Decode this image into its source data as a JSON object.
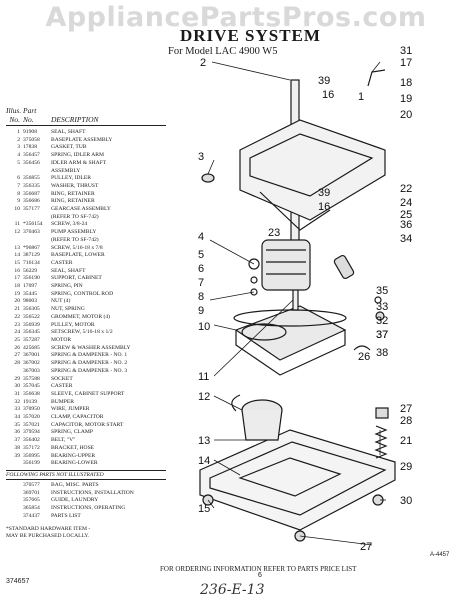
{
  "watermark": "AppliancePartsPros.com",
  "title": "DRIVE SYSTEM",
  "subtitle": "For Model LAC 4900 W5",
  "table": {
    "header_illus": "Illus.",
    "header_part": "Part",
    "header_no1": "No.",
    "header_no2": "No.",
    "header_desc": "DESCRIPTION",
    "rows": [
      [
        "1",
        "91908",
        "SEAL, SHAFT"
      ],
      [
        "2",
        "375058",
        "BASEPLATE ASSEMBLY"
      ],
      [
        "3",
        "17838",
        "GASKET, TUB"
      ],
      [
        "4",
        "356457",
        "SPRING, IDLER ARM"
      ],
      [
        "5",
        "356456",
        "IDLER ARM & SHAFT"
      ],
      [
        "",
        "",
        "ASSEMBLY"
      ],
      [
        "6",
        "356855",
        "PULLEY, IDLER"
      ],
      [
        "7",
        "356335",
        "WASHER, THRUST"
      ],
      [
        "8",
        "356687",
        "RING, RETAINER"
      ],
      [
        "9",
        "356686",
        "RING, RETAINER"
      ],
      [
        "10",
        "357177",
        "GEARCASE ASSEMBLY"
      ],
      [
        "",
        "",
        "(REFER TO SF-742)"
      ],
      [
        "11",
        "*356154",
        "SCREW, 3/8-24"
      ],
      [
        "12",
        "370463",
        "PUMP ASSEMBLY"
      ],
      [
        "",
        "",
        "(REFER TO SF-742)"
      ],
      [
        "13",
        "*96867",
        "SCREW, 5/16-18 x 7/8"
      ],
      [
        "14",
        "387129",
        "BASEPLATE, LOWER"
      ],
      [
        "15",
        "716134",
        "CASTER"
      ],
      [
        "16",
        "56229",
        "SEAL, SHAFT"
      ],
      [
        "17",
        "356190",
        "SUPPORT, CABINET"
      ],
      [
        "18",
        "17097",
        "SPRING, PIN"
      ],
      [
        "19",
        "35445",
        "SPRING, CONTROL ROD"
      ],
      [
        "20",
        "98003",
        "NUT (4)"
      ],
      [
        "21",
        "356305",
        "NUT, SPRING"
      ],
      [
        "22",
        "356522",
        "GROMMET, MOTOR (4)"
      ],
      [
        "23",
        "356939",
        "PULLEY, MOTOR"
      ],
      [
        "24",
        "356345",
        "SETSCREW, 5/16-18 x 1/2"
      ],
      [
        "25",
        "357287",
        "MOTOR"
      ],
      [
        "26",
        "425685",
        "SCREW & WASHER ASSEMBLY"
      ],
      [
        "27",
        "367001",
        "SPRING & DAMPENER - NO. 1"
      ],
      [
        "28",
        "367002",
        "SPRING & DAMPENER - NO. 2"
      ],
      [
        "",
        "367003",
        "SPRING & DAMPENER - NO. 3"
      ],
      [
        "29",
        "357588",
        "SOCKET"
      ],
      [
        "30",
        "357045",
        "CASTER"
      ],
      [
        "31",
        "356638",
        "SLEEVE, CABINET SUPPORT"
      ],
      [
        "32",
        "19139",
        "BUMPER"
      ],
      [
        "33",
        "370950",
        "WIRE, JUMPER"
      ],
      [
        "34",
        "357020",
        "CLAMP, CAPACITOR"
      ],
      [
        "35",
        "357021",
        "CAPACITOR, MOTOR START"
      ],
      [
        "36",
        "379594",
        "SPRING, CLAMP"
      ],
      [
        "37",
        "356402",
        "BELT, \"V\""
      ],
      [
        "38",
        "357172",
        "BRACKET, HOSE"
      ],
      [
        "39",
        "356995",
        "BEARING-UPPER"
      ],
      [
        "",
        "356199",
        "BEARING-LOWER"
      ]
    ],
    "section_label": "FOLLOWING PARTS NOT ILLUSTRATED",
    "extra_rows": [
      [
        "",
        "370577",
        "BAG, MISC. PARTS"
      ],
      [
        "",
        "369701",
        "INSTRUCTIONS, INSTALLATION"
      ],
      [
        "",
        "357665",
        "GUIDE, LAUNDRY"
      ],
      [
        "",
        "365854",
        "INSTRUCTIONS, OPERATING"
      ],
      [
        "",
        "374437",
        "PARTS LIST"
      ]
    ],
    "footnote_1": "*STANDARD HARDWARE ITEM -",
    "footnote_2": "MAY BE PURCHASED LOCALLY."
  },
  "callouts": [
    "1",
    "2",
    "3",
    "4",
    "5",
    "6",
    "7",
    "8",
    "9",
    "10",
    "11",
    "12",
    "13",
    "14",
    "15",
    "16",
    "17",
    "18",
    "19",
    "20",
    "21",
    "22",
    "23",
    "24",
    "25",
    "26",
    "27",
    "28",
    "29",
    "30",
    "31",
    "32",
    "33",
    "34",
    "35",
    "36",
    "37",
    "38",
    "39"
  ],
  "ordering_note": "FOR ORDERING INFORMATION REFER TO PARTS PRICE LIST",
  "page_number": "6",
  "doc_number": "374657",
  "figure_ref": "A-4457",
  "handwritten_note": "236-E-13"
}
